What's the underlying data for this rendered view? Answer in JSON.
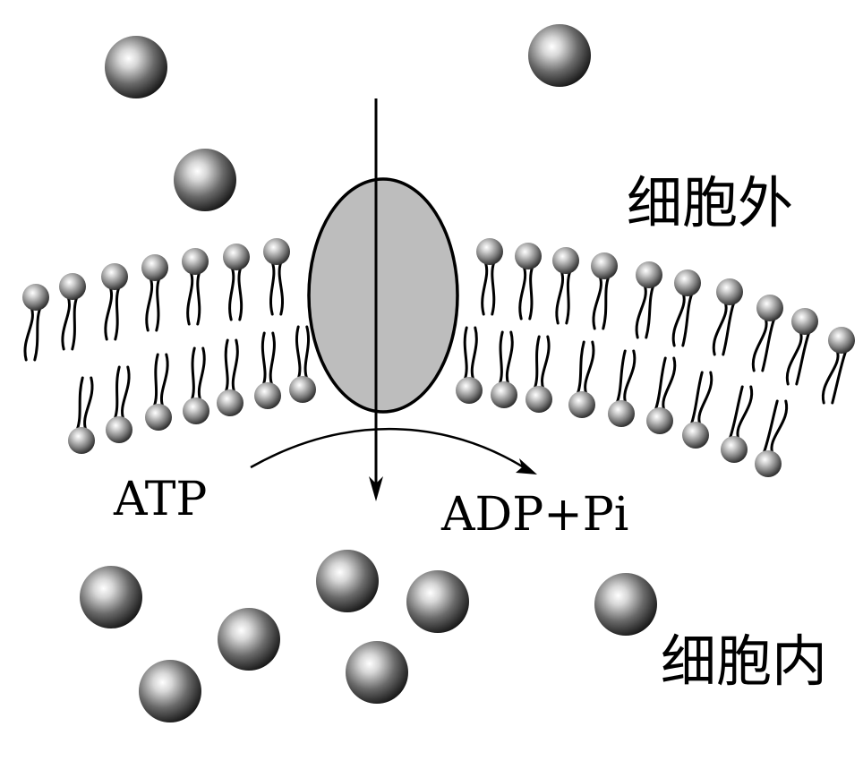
{
  "labels": {
    "outside": "细胞外",
    "inside": "细胞内",
    "atp": "ATP",
    "adp_pi": "ADP+Pi"
  },
  "colors": {
    "protein_fill": "#bdbdbd",
    "stroke": "#000000",
    "molecule_light": "#ffffff",
    "molecule_dark": "#1a1a1a"
  },
  "diagram": {
    "membrane": "phospholipid-bilayer",
    "carrier": "carrier-protein",
    "molecules_outside": 3,
    "molecules_inside": 7,
    "transport_direction": "outside-to-inside"
  }
}
